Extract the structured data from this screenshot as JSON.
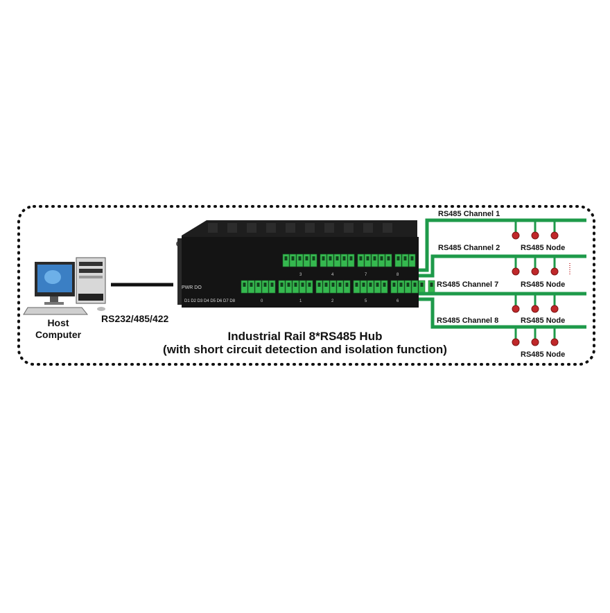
{
  "host": {
    "label_line1": "Host",
    "label_line2": "Computer"
  },
  "link": {
    "label": "RS232/485/422"
  },
  "hub": {
    "title": "Industrial Rail 8*RS485 Hub",
    "subtitle": "(with short circuit detection and isolation function)",
    "led_label_top": "PWR DO",
    "led_label_bottom": "D1 D2 D3 D4 D5 D6 D7 D8",
    "top_port_numbers": [
      "3",
      "4",
      "7",
      "8"
    ],
    "bottom_port_numbers": [
      "0",
      "1",
      "2",
      "5",
      "6"
    ]
  },
  "channels": [
    {
      "label": "RS485 Channel 1"
    },
    {
      "label": "RS485 Channel 2"
    },
    {
      "label": "RS485 Channel 7"
    },
    {
      "label": "RS485 Channel 8"
    }
  ],
  "node_labels": [
    "RS485 Node",
    "RS485 Node",
    "RS485 Node",
    "RS485 Node"
  ],
  "colors": {
    "bus": "#1e9a4a",
    "node": "#c0282a",
    "hub": "#141414",
    "terminal": "#35b84f",
    "border": "#111111"
  }
}
